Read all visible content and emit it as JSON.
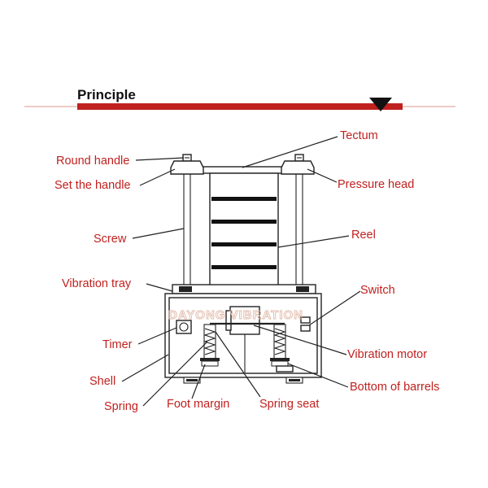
{
  "header": {
    "title": "Principle",
    "accent_color": "#c0211f"
  },
  "watermark": {
    "text": "DAYONG VIBRATION",
    "color": "#e0b9a8"
  },
  "labels": {
    "tectum": "Tectum",
    "round_handle": "Round handle",
    "set_handle": "Set the handle",
    "pressure_head": "Pressure head",
    "screw": "Screw",
    "reel": "Reel",
    "vibration_tray": "Vibration tray",
    "switch": "Switch",
    "timer": "Timer",
    "vibration_motor": "Vibration motor",
    "shell": "Shell",
    "bottom_barrels": "Bottom of barrels",
    "spring": "Spring",
    "foot_margin": "Foot margin",
    "spring_seat": "Spring seat"
  }
}
